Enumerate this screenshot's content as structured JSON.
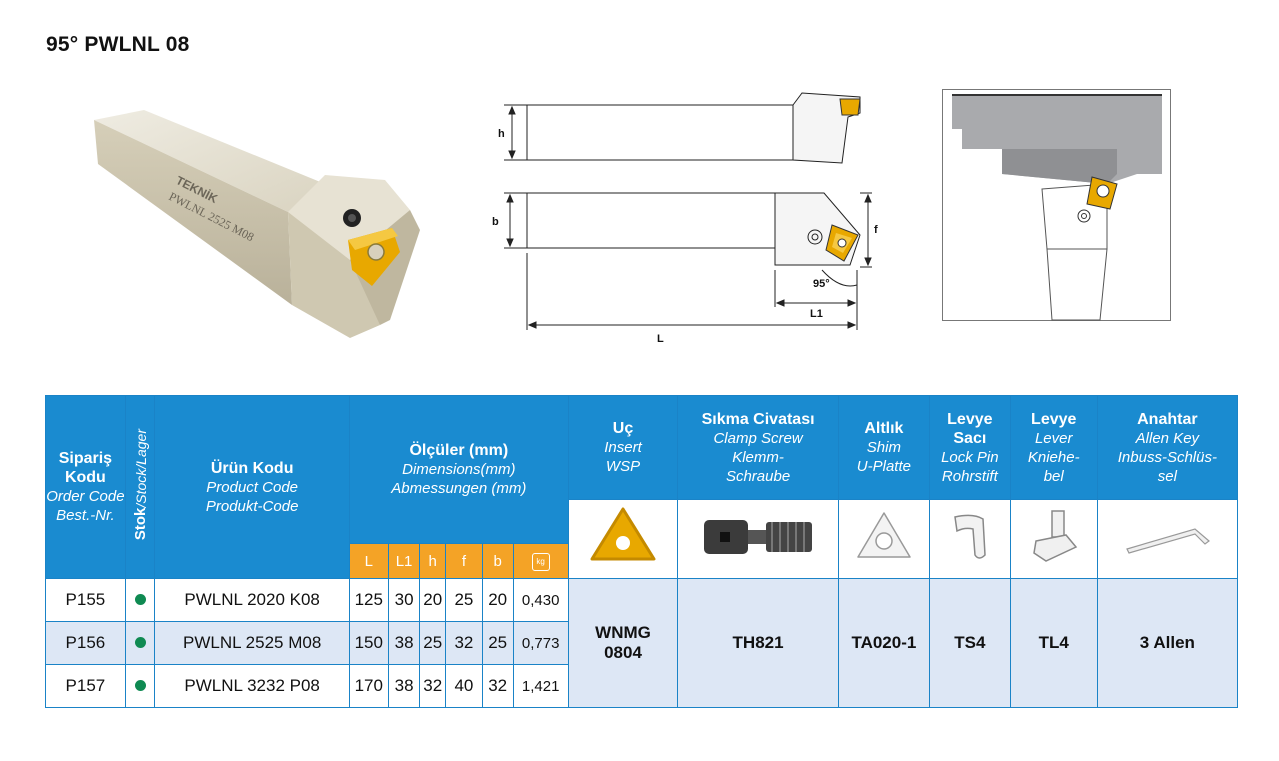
{
  "title": "95° PWLNL 08",
  "brand_engraving": "TEKNİK",
  "product_engraving": "PWLNL 2525 M08",
  "drawing_labels": {
    "h": "h",
    "b": "b",
    "f": "f",
    "angle": "95°",
    "L1": "L1",
    "L": "L"
  },
  "header": {
    "order_code": {
      "tr": "Sipariş Kodu",
      "en": "Order Code",
      "de": "Best.-Nr."
    },
    "stock": {
      "tr": "Stok",
      "rest": "/Stock/Lager"
    },
    "product_code": {
      "tr": "Ürün Kodu",
      "en": "Product Code",
      "de": "Produkt-Code"
    },
    "dimensions": {
      "tr": "Ölçüler (mm)",
      "en": "Dimensions(mm)",
      "de": "Abmessungen (mm)"
    },
    "insert": {
      "tr": "Uç",
      "en": "Insert",
      "de": "WSP"
    },
    "clamp_screw": {
      "tr": "Sıkma Civatası",
      "en": "Clamp Screw",
      "de1": "Klemm-",
      "de2": "Schraube"
    },
    "shim": {
      "tr": "Altlık",
      "en": "Shim",
      "de": "U-Platte"
    },
    "lock_pin": {
      "tr1": "Levye",
      "tr2": "Sacı",
      "en": "Lock Pin",
      "de": "Rohrstift"
    },
    "lever": {
      "tr": "Levye",
      "en": "Lever",
      "de1": "Kniehe-",
      "de2": "bel"
    },
    "allen_key": {
      "tr": "Anahtar",
      "en": "Allen Key",
      "de1": "Inbuss-Schlüs-",
      "de2": "sel"
    },
    "dim_cols": [
      "L",
      "L1",
      "h",
      "f",
      "b"
    ],
    "weight_icon_label": "kg"
  },
  "rows": [
    {
      "order": "P155",
      "product": "PWLNL 2020 K08",
      "L": "125",
      "L1": "30",
      "h": "20",
      "f": "25",
      "b": "20",
      "kg": "0,430"
    },
    {
      "order": "P156",
      "product": "PWLNL 2525 M08",
      "L": "150",
      "L1": "38",
      "h": "25",
      "f": "32",
      "b": "25",
      "kg": "0,773"
    },
    {
      "order": "P157",
      "product": "PWLNL 3232 P08",
      "L": "170",
      "L1": "38",
      "h": "32",
      "f": "40",
      "b": "32",
      "kg": "1,421"
    }
  ],
  "parts": {
    "insert": "WNMG 0804",
    "insert_l1": "WNMG",
    "insert_l2": "0804",
    "clamp_screw": "TH821",
    "shim": "TA020-1",
    "lock_pin": "TS4",
    "lever": "TL4",
    "allen_key": "3 Allen"
  },
  "colors": {
    "header_blue": "#1a8bd0",
    "header_orange": "#f4a326",
    "row_alt": "#dde7f5",
    "stock_dot": "#0f8a52",
    "insert_gold": "#e8a800"
  }
}
